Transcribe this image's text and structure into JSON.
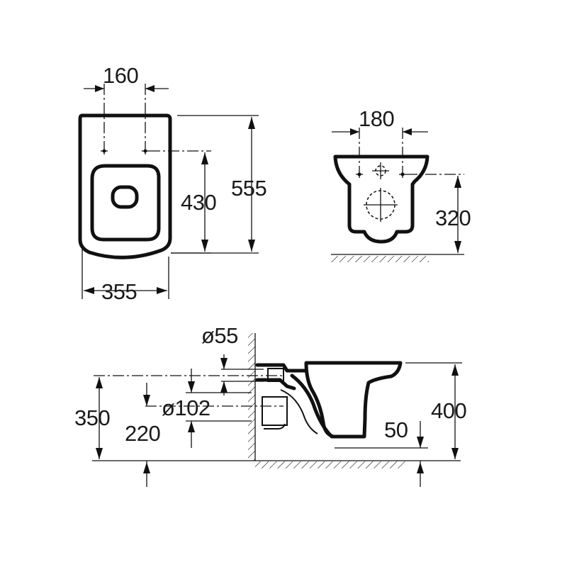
{
  "dimensions": {
    "top_view": {
      "fixing_spacing": "160",
      "fixing_to_front": "430",
      "overall_length": "555",
      "overall_width": "355"
    },
    "front_view": {
      "fixing_spacing": "180",
      "fixing_height": "320"
    },
    "side_view": {
      "inlet_diameter": "ø55",
      "outlet_diameter": "ø102",
      "inlet_height": "350",
      "outlet_height": "220",
      "rim_height": "400",
      "bowl_depth": "50"
    }
  }
}
